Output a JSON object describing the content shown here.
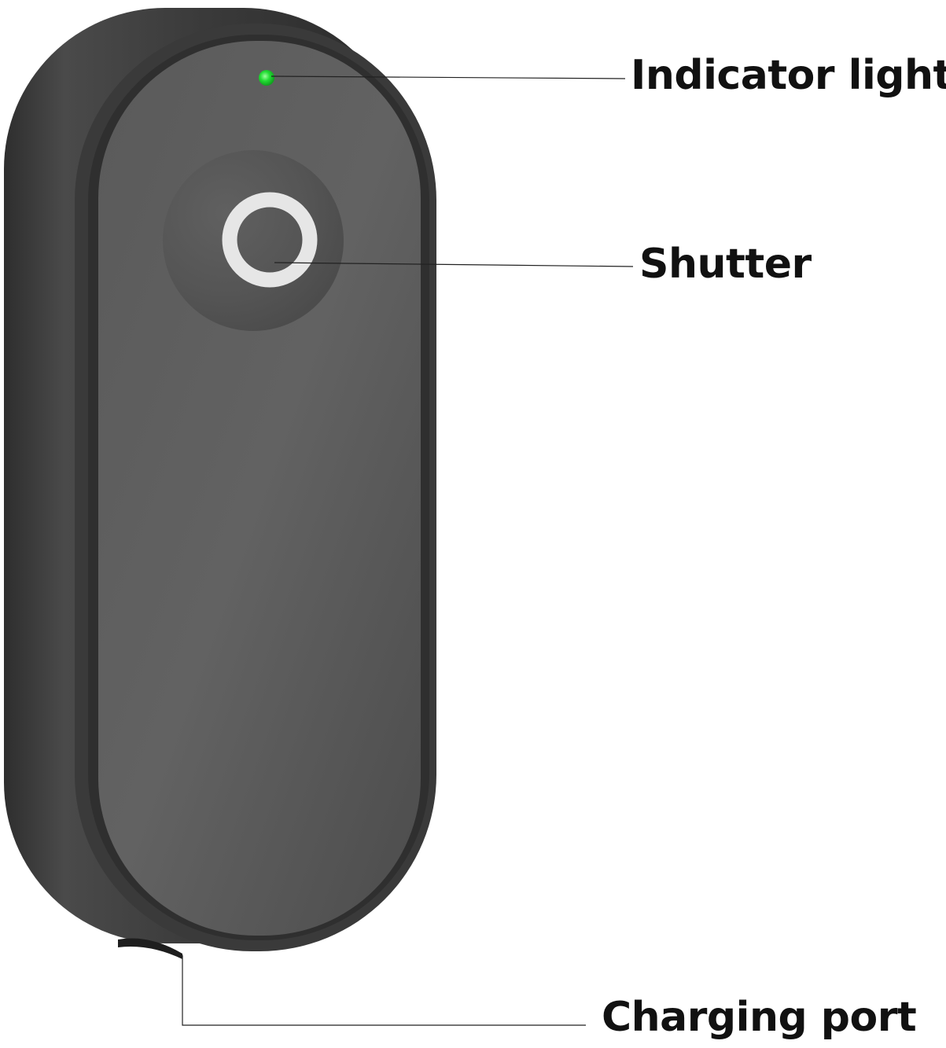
{
  "callouts": {
    "indicator_light": "Indicator light",
    "shutter": "Shutter",
    "charging_port": "Charging port"
  },
  "colors": {
    "background": "#ffffff",
    "device_body": "#3f3f3f",
    "device_face": "#5c5c5c",
    "indicator_led": "#22dd33",
    "shutter_ring": "#e6e6e6",
    "label_text": "#111111",
    "leader_line": "#222222"
  },
  "icons": {
    "indicator": "green-led-dot",
    "shutter": "ring-icon"
  }
}
